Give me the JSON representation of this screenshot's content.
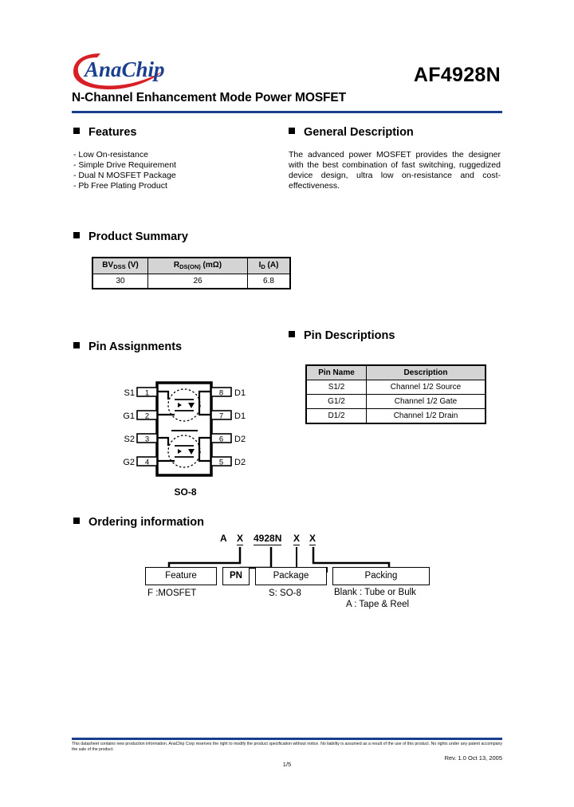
{
  "header": {
    "logo_text": "AnaChip",
    "logo_colors": {
      "swoosh": "#d81f26",
      "text": "#1b3f8f"
    },
    "part_number": "AF4928N",
    "subtitle": "N-Channel Enhancement Mode Power MOSFET",
    "rule_color": "#1b3f8f"
  },
  "features": {
    "heading": "Features",
    "items": [
      "- Low On-resistance",
      "- Simple Drive Requirement",
      "- Dual N MOSFET Package",
      "- Pb Free Plating Product"
    ]
  },
  "general_description": {
    "heading": "General Description",
    "body": "The advanced power MOSFET provides the designer with the best combination of fast switching, ruggedized device design, ultra low on-resistance and cost-effectiveness."
  },
  "product_summary": {
    "heading": "Product Summary",
    "columns": [
      {
        "main": "BV",
        "sub": "DSS",
        "unit": " (V)"
      },
      {
        "main": "R",
        "sub": "DS(ON)",
        "unit": " (mΩ)"
      },
      {
        "main": "I",
        "sub": "D",
        "unit": " (A)"
      }
    ],
    "values": [
      "30",
      "26",
      "6.8"
    ]
  },
  "pin_assignments": {
    "heading": "Pin Assignments",
    "package_caption": "SO-8",
    "left_pins": [
      {
        "name": "S1",
        "number": "1"
      },
      {
        "name": "G1",
        "number": "2"
      },
      {
        "name": "S2",
        "number": "3"
      },
      {
        "name": "G2",
        "number": "4"
      }
    ],
    "right_pins": [
      {
        "name": "D1",
        "number": "8"
      },
      {
        "name": "D1",
        "number": "7"
      },
      {
        "name": "D2",
        "number": "6"
      },
      {
        "name": "D2",
        "number": "5"
      }
    ]
  },
  "pin_descriptions": {
    "heading": "Pin Descriptions",
    "columns": [
      "Pin Name",
      "Description"
    ],
    "rows": [
      {
        "pin": "S1/2",
        "desc": "Channel 1/2 Source"
      },
      {
        "pin": "G1/2",
        "desc": "Channel 1/2 Gate"
      },
      {
        "pin": "D1/2",
        "desc": "Channel 1/2 Drain"
      }
    ]
  },
  "ordering": {
    "heading": "Ordering information",
    "code_parts": [
      {
        "text": "A",
        "underlined": false
      },
      {
        "text": "X",
        "underlined": true
      },
      {
        "text": "4928N",
        "underlined": true
      },
      {
        "text": "X",
        "underlined": true
      },
      {
        "text": "X",
        "underlined": true
      }
    ],
    "boxes": [
      {
        "label": "Feature",
        "note": "F :MOSFET"
      },
      {
        "label": "PN",
        "note": ""
      },
      {
        "label": "Package",
        "note": "S: SO-8"
      },
      {
        "label": "Packing",
        "note": "Blank : Tube or Bulk\nA  : Tape & Reel"
      }
    ],
    "feature_note": "F :MOSFET",
    "package_note": "S: SO-8",
    "packing_note_1": "Blank : Tube or Bulk",
    "packing_note_2": "A  : Tape & Reel"
  },
  "footer": {
    "disclaimer": "This datasheet contains new production information. AnaChip Corp reserves the right to modify the product specification without notice. No liability is assumed as a result of the use of this product. No rights under any patent accompany the sale of the product.",
    "revision": "Rev. 1.0   Oct 13, 2005",
    "page_number": "1/5"
  }
}
